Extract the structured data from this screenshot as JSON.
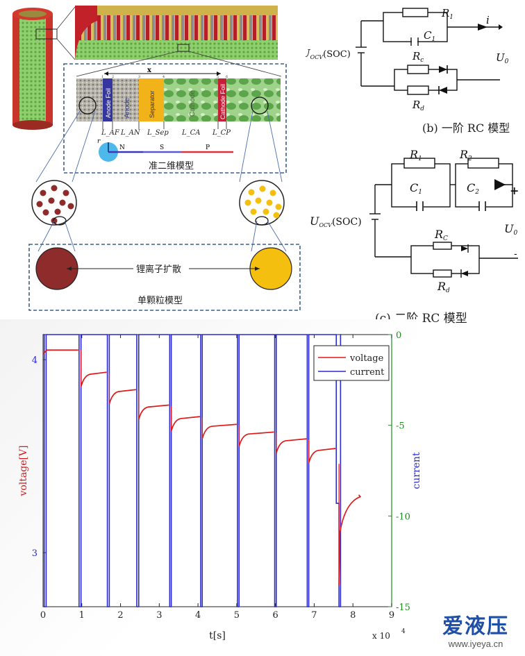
{
  "battery_figure": {
    "dims": {
      "x": "x",
      "r": "r",
      "tick_nums": [
        "1",
        "2",
        "3",
        "4",
        "5",
        "6"
      ]
    },
    "layer_labels": [
      "Anode Foil",
      "Anode",
      "Separator",
      "Cathode",
      "Cathode Foil"
    ],
    "length_labels": [
      "L_AF",
      "L_AN",
      "L_Sep",
      "L_CA",
      "L_CP"
    ],
    "regions": [
      "N",
      "S",
      "P"
    ],
    "p2d_caption": "准二维模型",
    "diffusion_label": "锂离子扩散",
    "spm_caption": "单颗粒模型",
    "colors": {
      "anode_particle": "#8e2b2b",
      "cathode_particle": "#f5bf10",
      "frame": "#3e5f8a"
    }
  },
  "circuit_b": {
    "R1": "R",
    "R1_sub": "1",
    "C1": "C",
    "C1_sub": "1",
    "Rc": "R",
    "Rc_sub": "c",
    "Rd": "R",
    "Rd_sub": "d",
    "source": "U",
    "source_sub": "OCV",
    "source_tail": "(SOC)",
    "current": "i",
    "output": "U",
    "output_sub": "0",
    "caption": "(b)  一阶 RC 模型"
  },
  "circuit_c": {
    "R1": "R",
    "R1_sub": "1",
    "R2": "R",
    "R2_sub": "2",
    "C1": "C",
    "C1_sub": "1",
    "C2": "C",
    "C2_sub": "2",
    "Rc": "R",
    "Rc_sub": "C",
    "Rd": "R",
    "Rd_sub": "d",
    "source": "U",
    "source_sub": "OCV",
    "source_tail": "(SOC)",
    "plus": "+",
    "minus": "-",
    "output": "U",
    "output_sub": "0",
    "caption": "(c)  二阶 RC 模型"
  },
  "chart_data": {
    "type": "line",
    "xlabel": "t[s]",
    "x_multiplier": "x 10",
    "x_exponent": "4",
    "ylabel_left": "voltage[V]",
    "ylabel_right": "current",
    "xlim": [
      0,
      9
    ],
    "ylim_left": [
      2.72,
      4.13
    ],
    "ylim_right": [
      -15,
      0
    ],
    "x_ticks": [
      "0",
      "1",
      "2",
      "3",
      "4",
      "5",
      "6",
      "7",
      "8",
      "9"
    ],
    "y_left_ticks": [
      "3",
      "4"
    ],
    "y_right_ticks": [
      "0",
      "-5",
      "-10",
      "-15"
    ],
    "legend_position": "top-right",
    "series": [
      {
        "name": "voltage",
        "color": "#e01818",
        "axis": "left",
        "rest_levels": [
          4.05,
          3.93,
          3.84,
          3.76,
          3.7,
          3.66,
          3.62,
          3.585,
          3.535,
          3.3
        ],
        "x": [
          0,
          0.95,
          1.7,
          2.45,
          3.3,
          4.05,
          5.0,
          5.95,
          6.8,
          7.6
        ],
        "y": [
          4.05,
          3.93,
          3.84,
          3.76,
          3.7,
          3.66,
          3.62,
          3.585,
          3.535,
          3.3
        ]
      },
      {
        "name": "current",
        "color": "#2a2ad0",
        "axis": "right",
        "pulses": [
          {
            "start": 0.03,
            "end": 0.08,
            "value": -15
          },
          {
            "start": 0.93,
            "end": 0.98,
            "value": -15
          },
          {
            "start": 1.66,
            "end": 1.71,
            "value": -15
          },
          {
            "start": 2.42,
            "end": 2.47,
            "value": -15
          },
          {
            "start": 3.27,
            "end": 3.31,
            "value": -15
          },
          {
            "start": 4.07,
            "end": 4.11,
            "value": -15
          },
          {
            "start": 5.02,
            "end": 5.06,
            "value": -15
          },
          {
            "start": 5.98,
            "end": 6.02,
            "value": -15
          },
          {
            "start": 6.82,
            "end": 6.86,
            "value": -15
          },
          {
            "start": 7.57,
            "end": 7.64,
            "value": -15
          }
        ]
      }
    ]
  },
  "watermark": {
    "brand": "爱液压",
    "url": "www.iyeya.cn"
  }
}
